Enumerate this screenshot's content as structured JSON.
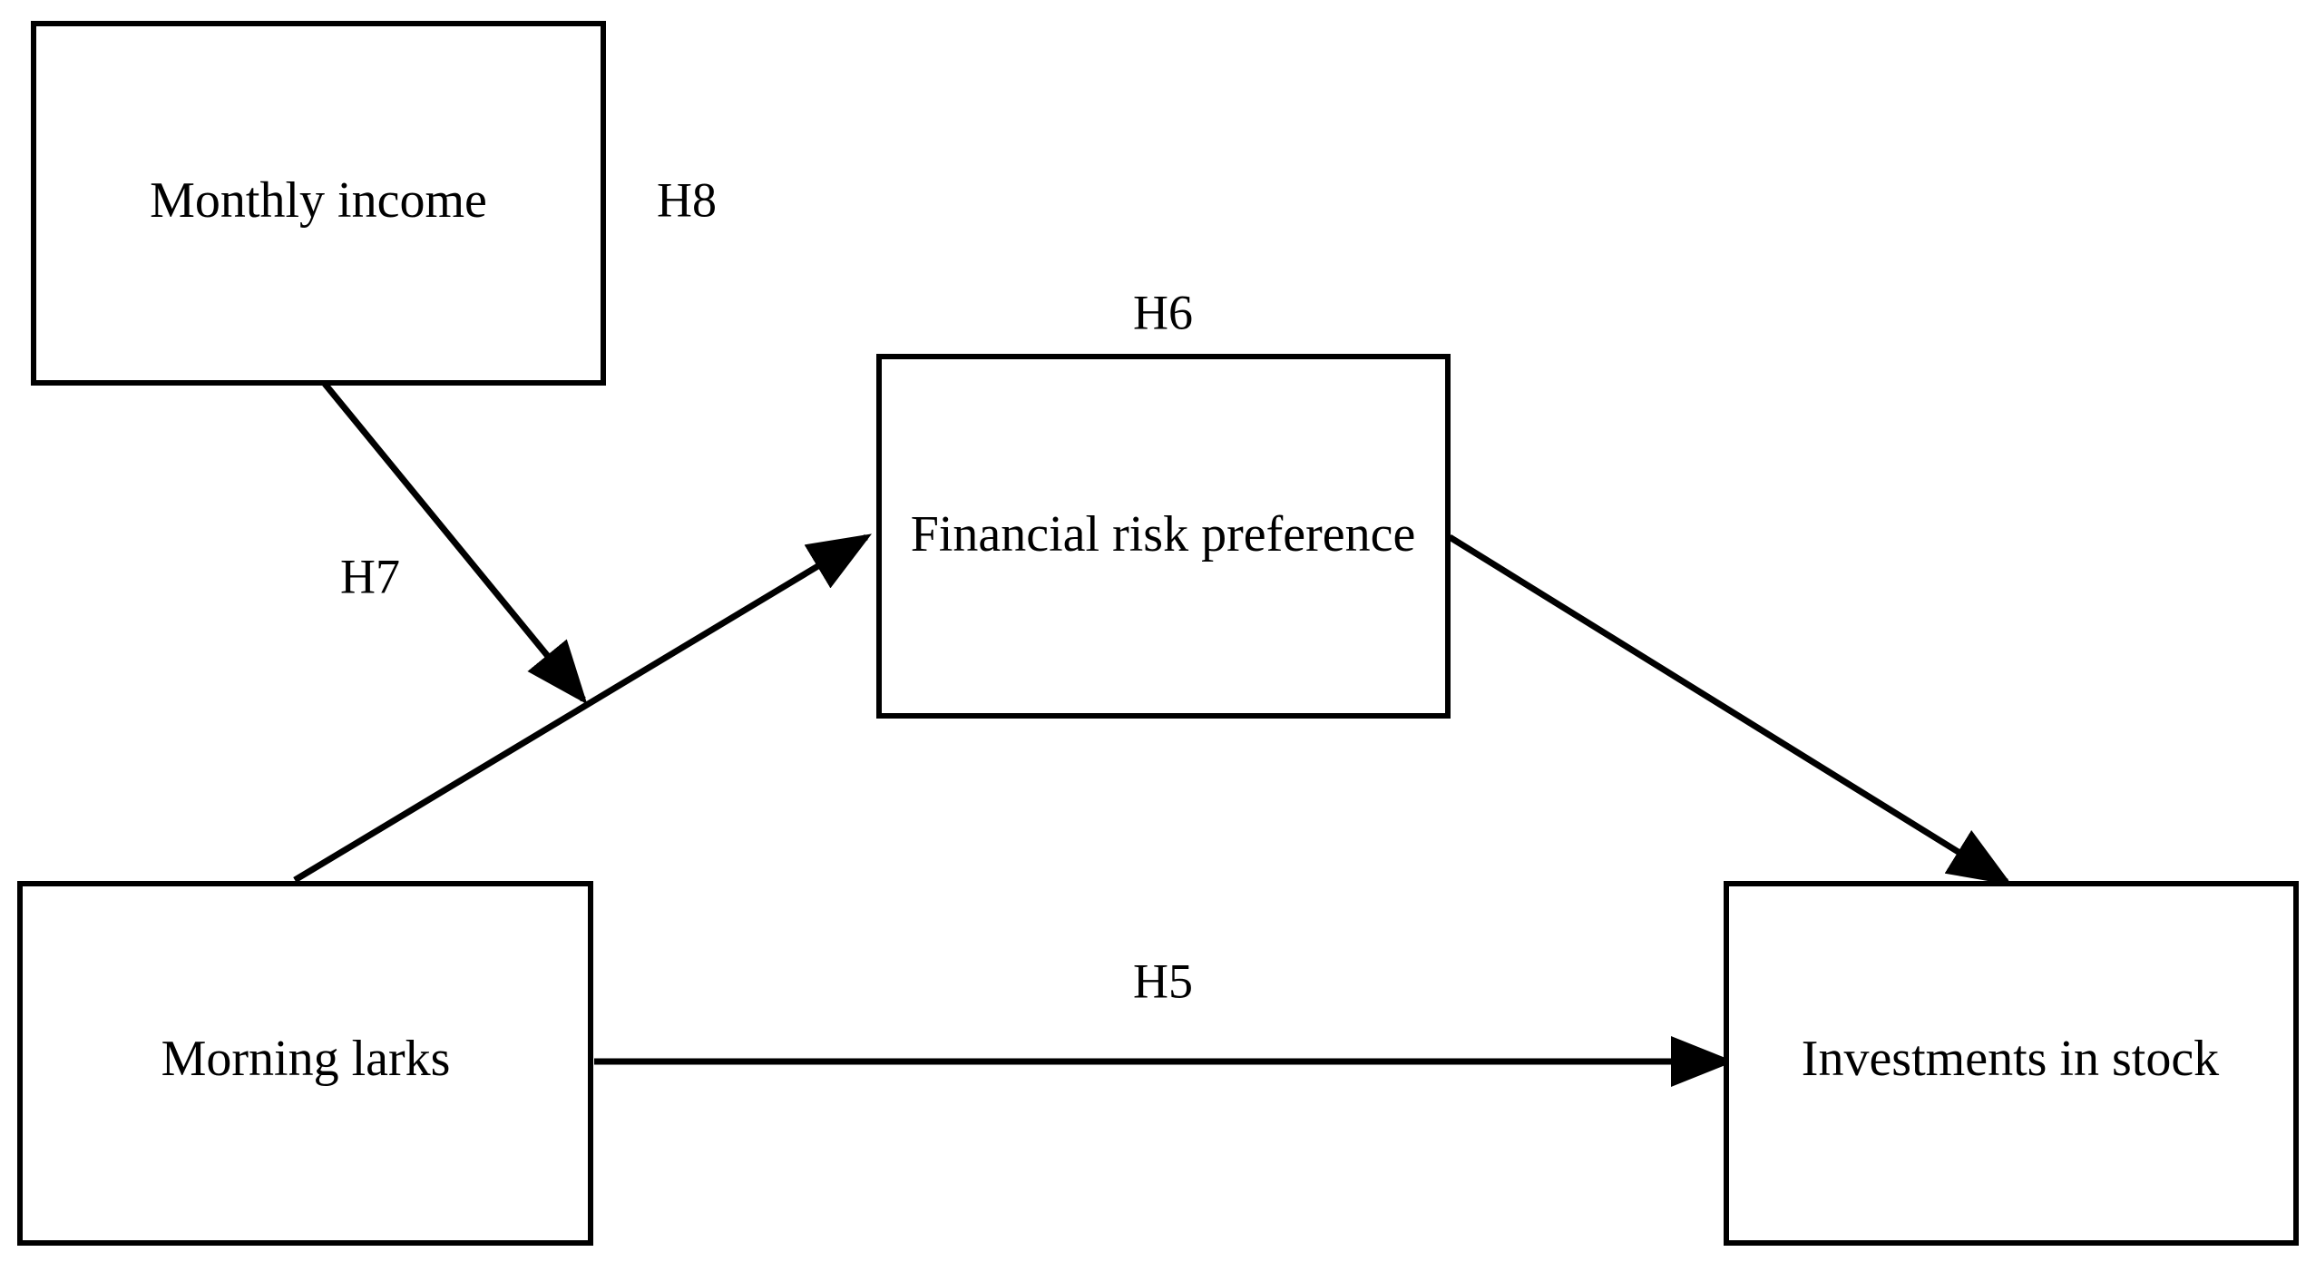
{
  "colors": {
    "background": "#ffffff",
    "stroke": "#000000",
    "text": "#000000"
  },
  "nodes": {
    "monthly_income": "Monthly income",
    "financial_risk_preference": "Financial risk preference",
    "morning_larks": "Morning larks",
    "investments_in_stock": "Investments in stock"
  },
  "hypotheses": {
    "h5": "H5",
    "h6": "H6",
    "h7": "H7",
    "h8": "H8"
  },
  "edges": [
    {
      "from": "morning_larks",
      "to": "financial_risk_preference"
    },
    {
      "from": "financial_risk_preference",
      "to": "investments_in_stock"
    },
    {
      "from": "morning_larks",
      "to": "investments_in_stock",
      "label": "H5"
    },
    {
      "from": "monthly_income",
      "to": "edge:morning_larks->financial_risk_preference",
      "label": "H7"
    }
  ]
}
